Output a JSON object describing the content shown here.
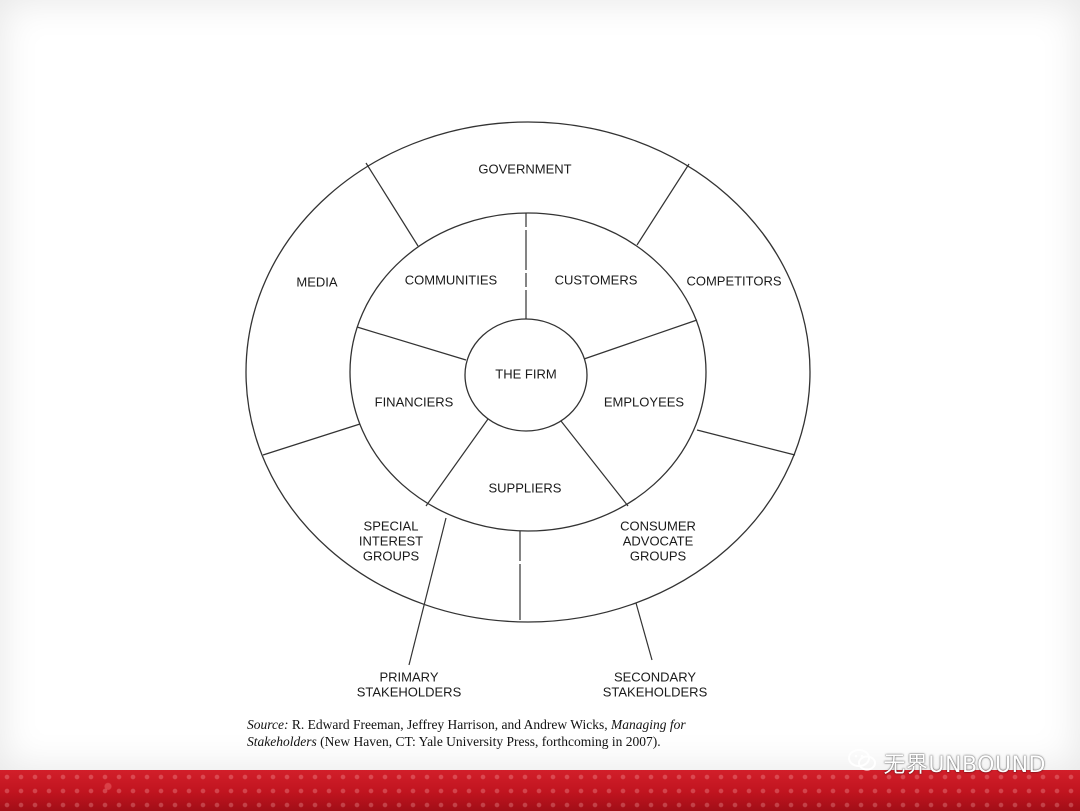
{
  "diagram": {
    "center": "THE FIRM",
    "inner_ring": {
      "communities": "COMMUNITIES",
      "customers": "CUSTOMERS",
      "employees": "EMPLOYEES",
      "suppliers": "SUPPLIERS",
      "financiers": "FINANCIERS"
    },
    "outer_ring": {
      "government": "GOVERNMENT",
      "competitors": "COMPETITORS",
      "consumer_advocate_groups": [
        "CONSUMER",
        "ADVOCATE",
        "GROUPS"
      ],
      "special_interest_groups": [
        "SPECIAL",
        "INTEREST",
        "GROUPS"
      ],
      "media": "MEDIA"
    },
    "callouts": {
      "primary": [
        "PRIMARY",
        "STAKEHOLDERS"
      ],
      "secondary": [
        "SECONDARY",
        "STAKEHOLDERS"
      ]
    }
  },
  "source_note": {
    "label": "Source:",
    "authors": " R. Edward Freeman, Jeffrey Harrison, and Andrew Wicks, ",
    "title_part1": "Managing for",
    "title_part2": "Stakeholders",
    "publisher": " (New Haven, CT: Yale University Press, forthcoming in 2007)."
  },
  "watermark": {
    "text": "无界UNBOUND",
    "icon": "wechat-icon"
  },
  "colors": {
    "footer_bar": "#c0141f",
    "line": "#333333"
  }
}
